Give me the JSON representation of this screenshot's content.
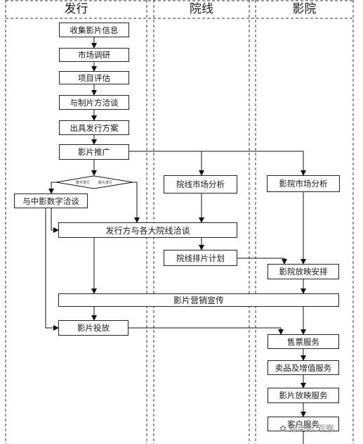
{
  "lanes": [
    "发行",
    "院线",
    "影院"
  ],
  "distribution": {
    "collect_info": "收集影片信息",
    "market_research": "市场调研",
    "project_eval": "项目评估",
    "negotiate_producer": "与制片方洽谈",
    "issue_plan": "出具发行方案",
    "film_promotion": "影片推广",
    "decision_left": "数字发行",
    "decision_right": "胶片发行",
    "negotiate_digital": "与中影数字洽谈",
    "film_release": "影片投放"
  },
  "circuit": {
    "market_analysis": "院线市场分析",
    "scheduling_plan": "院线排片计划"
  },
  "cinema": {
    "market_analysis": "影院市场分析",
    "screening_arrangement": "影院放映安排",
    "ticketing": "售票服务",
    "concessions": "卖品及增值服务",
    "screening_service": "影片放映服务",
    "last_box": "客户服务"
  },
  "shared": {
    "negotiate_circuits": "发行方与各大院线洽谈",
    "marketing": "影片营销宣传"
  },
  "watermark": "搞电影 观察"
}
